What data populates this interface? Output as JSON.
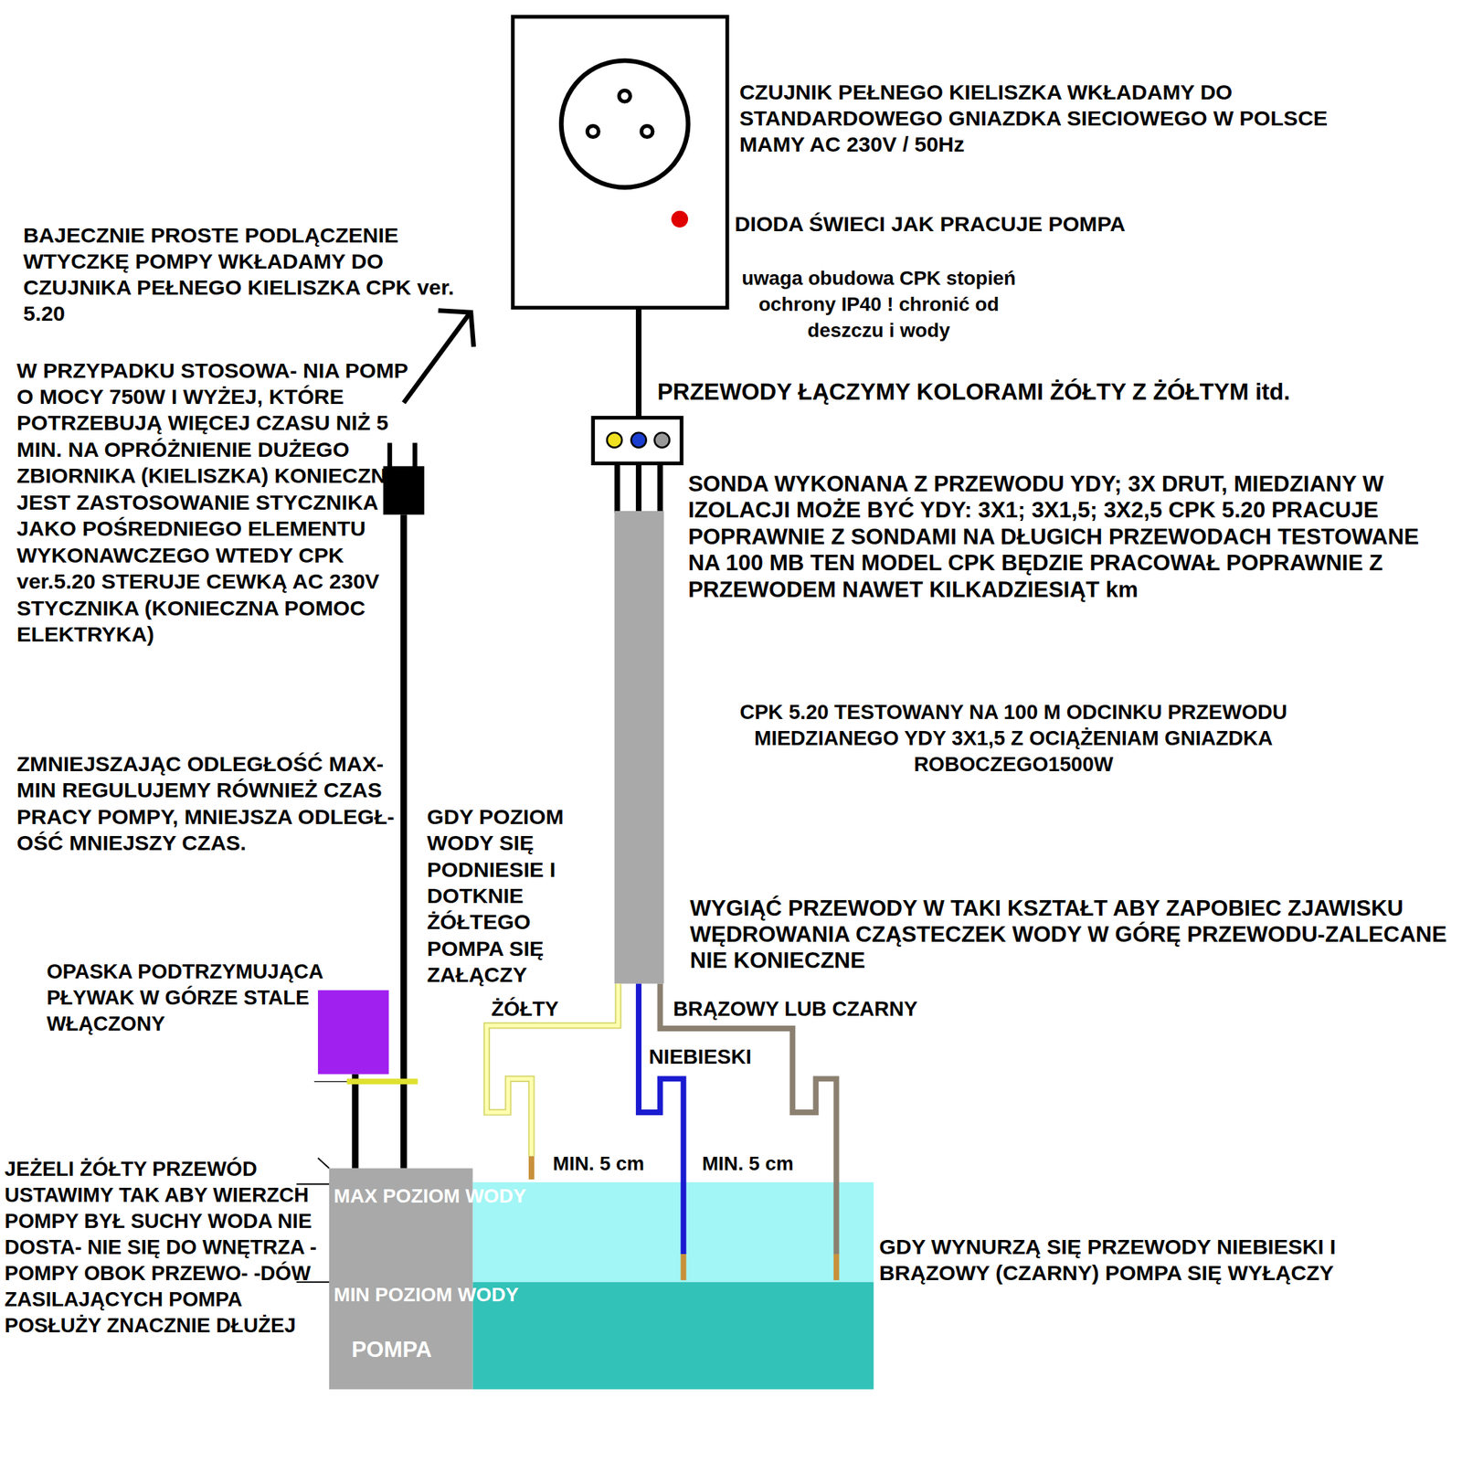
{
  "diagram": {
    "nodes": [
      {
        "text": [
          "MAX POZIOM WODY"
        ]
      },
      {
        "text": [
          "MIN POZIOM WODY"
        ]
      },
      {
        "text": [
          "POMPA"
        ]
      }
    ],
    "labels": [
      "CZUJNIK PEŁNEGO KIELISZKA WKŁADAMY DO STANDARDOWEGO GNIAZDKA SIECIOWEGO W POLSCE MAMY AC 230V / 50Hz",
      "DIODA ŚWIECI JAK PRACUJE POMPA",
      "uwaga obudowa CPK stopień ochrony IP40 ! chronić od deszczu i wody",
      "BAJECZNIE PROSTE PODLĄCZENIE WTYCZKĘ POMPY WKŁADAMY DO CZUJNIKA PEŁNEGO KIELISZKA CPK ver. 5.20",
      "W PRZYPADKU STOSOWA- NIA POMP O MOCY 750W I WYŻEJ, KTÓRE POTRZEBUJĄ WIĘCEJ CZASU NIŻ 5 MIN. NA OPRÓŻNIENIE DUŻEGO ZBIORNIKA (KIELISZKA) KONIECZNE JEST ZASTOSOWANIE STYCZNIKA JAKO POŚREDNIEGO ELEMENTU WYKONAWCZEGO WTEDY CPK ver.5.20 STERUJE CEWKĄ AC 230V STYCZNIKA (KONIECZNA POMOC ELEKTRYKA)",
      "ZMNIEJSZAJĄC ODLEGŁOŚĆ MAX-MIN REGULUJEMY RÓWNIEŻ CZAS PRACY POMPY, MNIEJSZA ODLEGŁ- OŚĆ MNIEJSZY CZAS.",
      "PRZEWODY ŁĄCZYMY KOLORAMI ŻÓŁTY Z ŻÓŁTYM itd.",
      "SONDA WYKONANA Z PRZEWODU YDY; 3X DRUT, MIEDZIANY W IZOLACJI MOŻE BYĆ YDY: 3X1; 3X1,5; 3X2,5 CPK 5.20 PRACUJE POPRAWNIE Z SONDAMI NA DŁUGICH PRZEWODACH TESTOWANE NA 100 MB TEN MODEL CPK BĘDZIE PRACOWAŁ POPRAWNIE Z PRZEWODEM NAWET KILKADZIESIĄT km",
      "CPK 5.20 TESTOWANY NA 100 M ODCINKU PRZEWODU MIEDZIANEGO YDY 3X1,5 Z OCIĄŻENIAM GNIAZDKA ROBOCZEGO1500W",
      "GDY POZIOM WODY SIĘ PODNIESIE I DOTKNIE ŻÓŁTEGO POMPA SIĘ ZAŁĄCZY",
      "WYGIĄĆ PRZEWODY W TAKI KSZTAŁT ABY ZAPOBIEC ZJAWISKU WĘDROWANIA CZĄSTECZEK WODY W GÓRĘ PRZEWODU-ZALECANE NIE KONIECZNE",
      "OPASKA PODTRZYMUJĄCA PŁYWAK W GÓRZE STALE WŁĄCZONY",
      "ŻÓŁTY",
      "BRĄZOWY LUB CZARNY",
      "NIEBIESKI",
      "MIN. 5 cm",
      "MIN. 5 cm",
      "JEŻELI ŻÓŁTY PRZEWÓD USTAWIMY TAK ABY WIERZCH POMPY BYŁ SUCHY WODA NIE DOSTA- NIE SIĘ DO WNĘTRZA -POMPY OBOK PRZEWO- -DÓW ZASILAJĄCYCH POMPA POSŁUŻY ZNACZNIE DŁUŻEJ",
      "GDY WYNURZĄ SIĘ PRZEWODY NIEBIESKI I BRĄZOWY (CZARNY) POMPA SIĘ WYŁĄCZY"
    ]
  }
}
